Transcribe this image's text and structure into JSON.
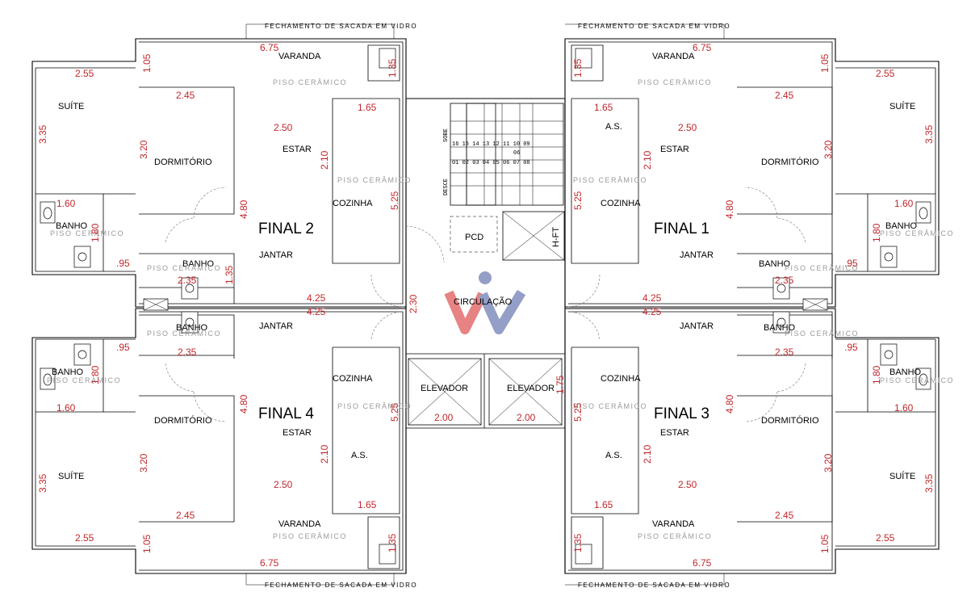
{
  "note_top": "FECHAMENTO DE SACADA EM VIDRO",
  "note_bottom": "FECHAMENTO DE SACADA EM VIDRO",
  "colors": {
    "dimension": "#c0282d",
    "floor_text": "#9a9a9a",
    "logo_red": "#e05a5a",
    "logo_blue": "#6f7fb5"
  },
  "core": {
    "circulacao": "CIRCULAÇÃO",
    "pcd": "PCD",
    "shaft": "H-FT",
    "elevator_left": "ELEVADOR",
    "elevator_right": "ELEVADOR",
    "elev_dim_left": "2.00",
    "elev_dim_right": "2.00",
    "dim_circ": "2.30",
    "dim_elev": "1.75",
    "stair_sobe": "SOBE",
    "stair_desce": "DESCE",
    "stair_steps": "16 15 14 13 12 11 10 09",
    "stair_steps2": "01 02 03 04 05 06 07 08",
    "stair_extra": "06"
  },
  "units": {
    "f2": {
      "title": "FINAL 2",
      "varanda": "VARANDA",
      "piso": "PISO CERÂMICO",
      "suite": "SUÍTE",
      "dormitorio": "DORMITÓRIO",
      "estar": "ESTAR",
      "jantar": "JANTAR",
      "cozinha": "COZINHA",
      "banho": "BANHO",
      "banho2": "BANHO",
      "d_675": "6.75",
      "d_105": "1.05",
      "d_255": "2.55",
      "d_335": "3.35",
      "d_320": "3.20",
      "d_245": "2.45",
      "d_250": "2.50",
      "d_210": "2.10",
      "d_480": "4.80",
      "d_165": "1.65",
      "d_525": "5.25",
      "d_160": "1.60",
      "d_180": "1.80",
      "d_95": ".95",
      "d_425": "4.25",
      "d_235": "2.35",
      "d_135": "1.35",
      "d_085": "1.35"
    },
    "f1": {
      "title": "FINAL 1",
      "varanda": "VARANDA",
      "piso": "PISO CERÂMICO",
      "suite": "SUÍTE",
      "dormitorio": "DORMITÓRIO",
      "estar": "ESTAR",
      "jantar": "JANTAR",
      "cozinha": "COZINHA",
      "as": "A.S.",
      "banho": "BANHO",
      "banho2": "BANHO",
      "d_675": "6.75",
      "d_105": "1.05",
      "d_255": "2.55",
      "d_335": "3.35",
      "d_320": "3.20",
      "d_245": "2.45",
      "d_250": "2.50",
      "d_210": "2.10",
      "d_480": "4.80",
      "d_165": "1.65",
      "d_525": "5.25",
      "d_160": "1.60",
      "d_180": "1.80",
      "d_95": ".95",
      "d_425": "4.25",
      "d_235": "2.35",
      "d_135": "1.35"
    },
    "f4": {
      "title": "FINAL 4",
      "varanda": "VARANDA",
      "piso": "PISO CERÂMICO",
      "suite": "SUÍTE",
      "dormitorio": "DORMITÓRIO",
      "estar": "ESTAR",
      "jantar": "JANTAR",
      "cozinha": "COZINHA",
      "as": "A.S.",
      "banho": "BANHO",
      "banho2": "BANHO",
      "d_675": "6.75",
      "d_105": "1.05",
      "d_255": "2.55",
      "d_335": "3.35",
      "d_320": "3.20",
      "d_245": "2.45",
      "d_250": "2.50",
      "d_210": "2.10",
      "d_480": "4.80",
      "d_165": "1.65",
      "d_525": "5.25",
      "d_160": "1.60",
      "d_180": "1.80",
      "d_95": ".95",
      "d_425": "4.25",
      "d_235": "2.35",
      "d_135": "1.35"
    },
    "f3": {
      "title": "FINAL 3",
      "varanda": "VARANDA",
      "piso": "PISO CERÂMICO",
      "suite": "SUÍTE",
      "dormitorio": "DORMITÓRIO",
      "estar": "ESTAR",
      "jantar": "JANTAR",
      "cozinha": "COZINHA",
      "as": "A.S.",
      "banho": "BANHO",
      "banho2": "BANHO",
      "d_675": "6.75",
      "d_105": "1.05",
      "d_255": "2.55",
      "d_335": "3.35",
      "d_320": "3.20",
      "d_245": "2.45",
      "d_250": "2.50",
      "d_210": "2.10",
      "d_480": "4.80",
      "d_165": "1.65",
      "d_525": "5.25",
      "d_160": "1.60",
      "d_180": "1.80",
      "d_95": ".95",
      "d_425": "4.25",
      "d_235": "2.35",
      "d_135": "1.35"
    }
  }
}
